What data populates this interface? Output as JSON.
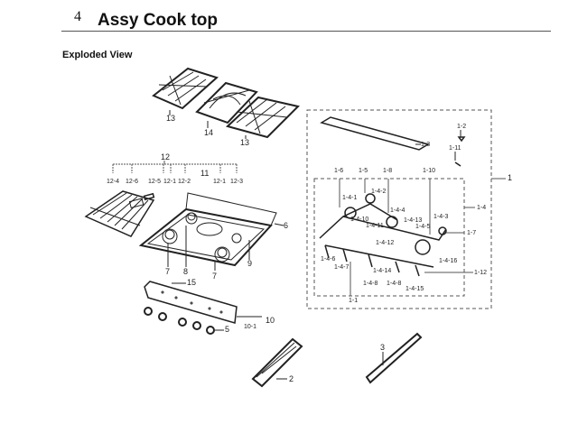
{
  "header": {
    "section_number": "4",
    "title": "Assy Cook top",
    "subtitle": "Exploded View"
  },
  "callouts": {
    "grate_left": "13",
    "grate_center": "14",
    "grate_right": "13",
    "group_12": "12",
    "c12_4": "12-4",
    "c12_6": "12-6",
    "c12_5": "12-5",
    "c12_1a": "12-1",
    "c12_2": "12-2",
    "c11": "11",
    "c12_1b": "12-1",
    "c12_3": "12-3",
    "c6": "6",
    "c7a": "7",
    "c8": "8",
    "c7b": "7",
    "c9": "9",
    "c15": "15",
    "c10": "10",
    "c10_1": "10-1",
    "c5": "5",
    "c2": "2",
    "c3": "3",
    "c1": "1",
    "c1_2": "1-2",
    "c1_3": "1-3",
    "c1_11": "1-11",
    "c1_6": "1-6",
    "c1_5": "1-5",
    "c1_8": "1-8",
    "c1_10": "1-10",
    "c1_4": "1-4",
    "c1_4_1": "1-4-1",
    "c1_4_2": "1-4-2",
    "c1_4_10": "1-4-10",
    "c1_4_11": "1-4-11",
    "c1_4_4": "1-4-4",
    "c1_4_12": "1-4-12",
    "c1_4_13": "1-4-13",
    "c1_4_5": "1-4-5",
    "c1_4_3": "1-4-3",
    "c1_7": "1-7",
    "c1_4_16": "1-4-16",
    "c1_12": "1-12",
    "c1_4_6": "1-4-6",
    "c1_4_7": "1-4-7",
    "c1_4_14": "1-4-14",
    "c1_4_8a": "1-4-8",
    "c1_4_8b": "1-4-8",
    "c1_4_15": "1-4-15",
    "c1_1": "1-1"
  }
}
